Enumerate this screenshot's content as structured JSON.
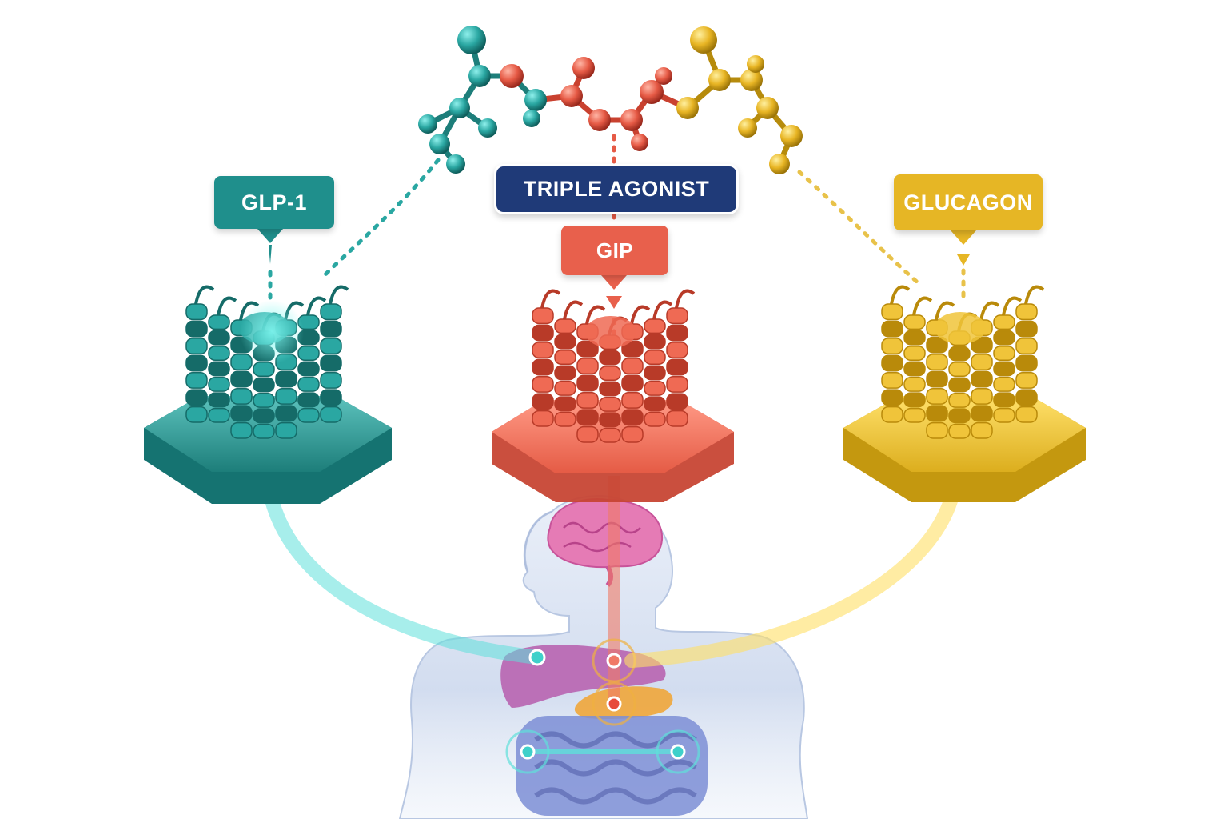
{
  "labels": {
    "top": "TRIPLE AGONIST",
    "left": "GLP-1",
    "middle": "GIP",
    "right": "GLUCAGON"
  },
  "colors": {
    "glp1": "#1f8f8c",
    "glp1_light": "#4fd8d4",
    "gip": "#e8604c",
    "gip_light": "#ff8f7a",
    "glucagon": "#e6b625",
    "glucagon_light": "#ffd84a",
    "triple": "#1f3a78",
    "body": "#c9d6ec",
    "brain": "#e57bb5",
    "liver": "#b864b0",
    "pancreas": "#f0a63a",
    "intestine": "#6d7fcf"
  },
  "icons": {
    "molecule": "peptide-molecule-icon",
    "receptors": [
      "glp1-receptor-icon",
      "gip-receptor-icon",
      "glucagon-receptor-icon"
    ],
    "organs": [
      "brain-icon",
      "liver-icon",
      "pancreas-icon",
      "intestine-icon"
    ]
  }
}
